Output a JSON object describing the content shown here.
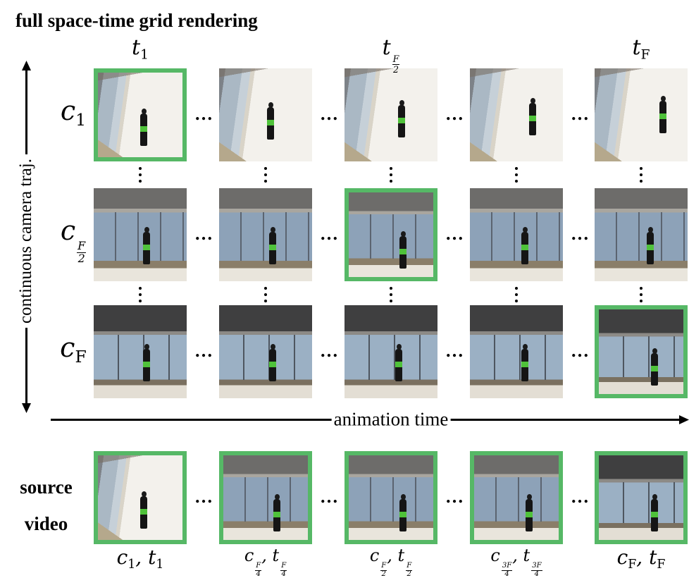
{
  "title": "full space-time grid rendering",
  "column_labels": [
    {
      "base": "t",
      "sub": "1"
    },
    {
      "base": "t",
      "frac": [
        "F",
        "2"
      ]
    },
    {
      "base": "t",
      "sub": "F"
    }
  ],
  "row_labels": [
    {
      "base": "c",
      "sub": "1"
    },
    {
      "base": "c",
      "frac": [
        "F",
        "2"
      ]
    },
    {
      "base": "c",
      "sub": "F"
    }
  ],
  "ellipsis": "…",
  "vertical_axis_label": "continuous camera traj.",
  "horizontal_axis_label": "animation time",
  "highlight_color": "#56b866",
  "grid": [
    {
      "scene": "light",
      "highlighted": [
        0
      ]
    },
    {
      "scene": "glass",
      "highlighted": [
        2
      ]
    },
    {
      "scene": "dark",
      "highlighted": [
        4
      ]
    }
  ],
  "source_video": {
    "label_line1": "source",
    "label_line2": "video",
    "frames": [
      {
        "scene": "light",
        "label": [
          {
            "base": "c",
            "sub": "1"
          },
          {
            "base": "t",
            "sub": "1"
          }
        ]
      },
      {
        "scene": "glass",
        "label": [
          {
            "base": "c",
            "frac": [
              "F",
              "4"
            ]
          },
          {
            "base": "t",
            "frac": [
              "F",
              "4"
            ]
          }
        ]
      },
      {
        "scene": "glass",
        "label": [
          {
            "base": "c",
            "frac": [
              "F",
              "2"
            ]
          },
          {
            "base": "t",
            "frac": [
              "F",
              "2"
            ]
          }
        ]
      },
      {
        "scene": "glass",
        "label": [
          {
            "base": "c",
            "frac": [
              "3F",
              "4"
            ]
          },
          {
            "base": "t",
            "frac": [
              "3F",
              "4"
            ]
          }
        ]
      },
      {
        "scene": "dark",
        "label": [
          {
            "base": "c",
            "sub": "F"
          },
          {
            "base": "t",
            "sub": "F"
          }
        ]
      }
    ]
  }
}
